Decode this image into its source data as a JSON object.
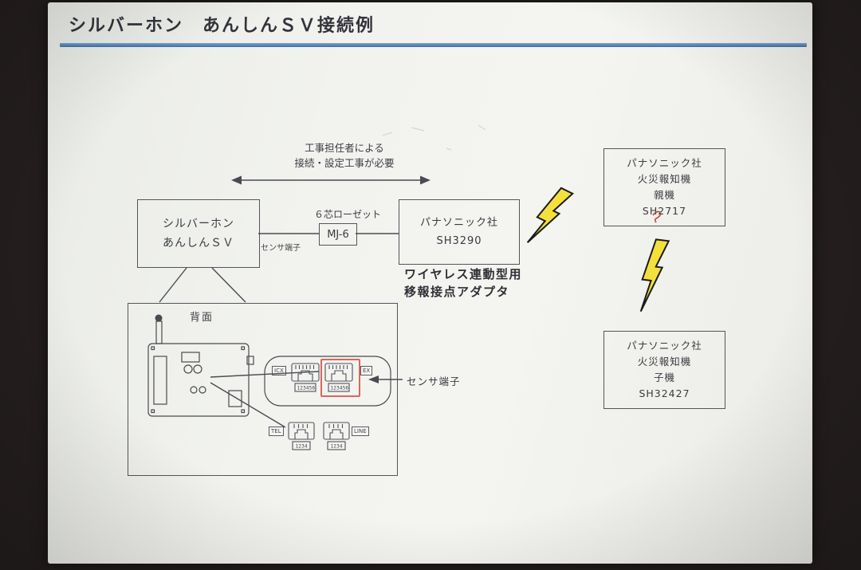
{
  "page": {
    "title": "シルバーホン　あんしんＳＶ接続例"
  },
  "note": {
    "line1": "工事担任者による",
    "line2": "接続・設定工事が必要"
  },
  "boxes": {
    "silverphone": {
      "line1": "シルバーホン",
      "line2": "あんしんＳＶ"
    },
    "mj6": {
      "label": "MJ-6",
      "caption": "６芯ローゼット",
      "port_label": "センサ端子"
    },
    "sh3290": {
      "line1": "パナソニック社",
      "line2": "SH3290",
      "caption1": "ワイヤレス連動型用",
      "caption2": "移報接点アダプタ"
    },
    "parent": {
      "line1": "パナソニック社",
      "line2": "火災報知機",
      "line3": "親機",
      "line4": "SH2717"
    },
    "child": {
      "line1": "パナソニック社",
      "line2": "火災報知機",
      "line3": "子機",
      "line4": "SH32427"
    }
  },
  "back_panel": {
    "label": "背面",
    "sensor_label": "センサ端子",
    "jacks": {
      "tag_icx": "ICX",
      "tag_ex": "EX",
      "tag_tel": "TEL",
      "tag_line": "LINE",
      "num6": "123456",
      "num4": "1234"
    }
  },
  "colors": {
    "rule_blue": "#3d6ea8",
    "highlight_red": "#d9675c",
    "bolt_yellow": "#f4e03c"
  }
}
